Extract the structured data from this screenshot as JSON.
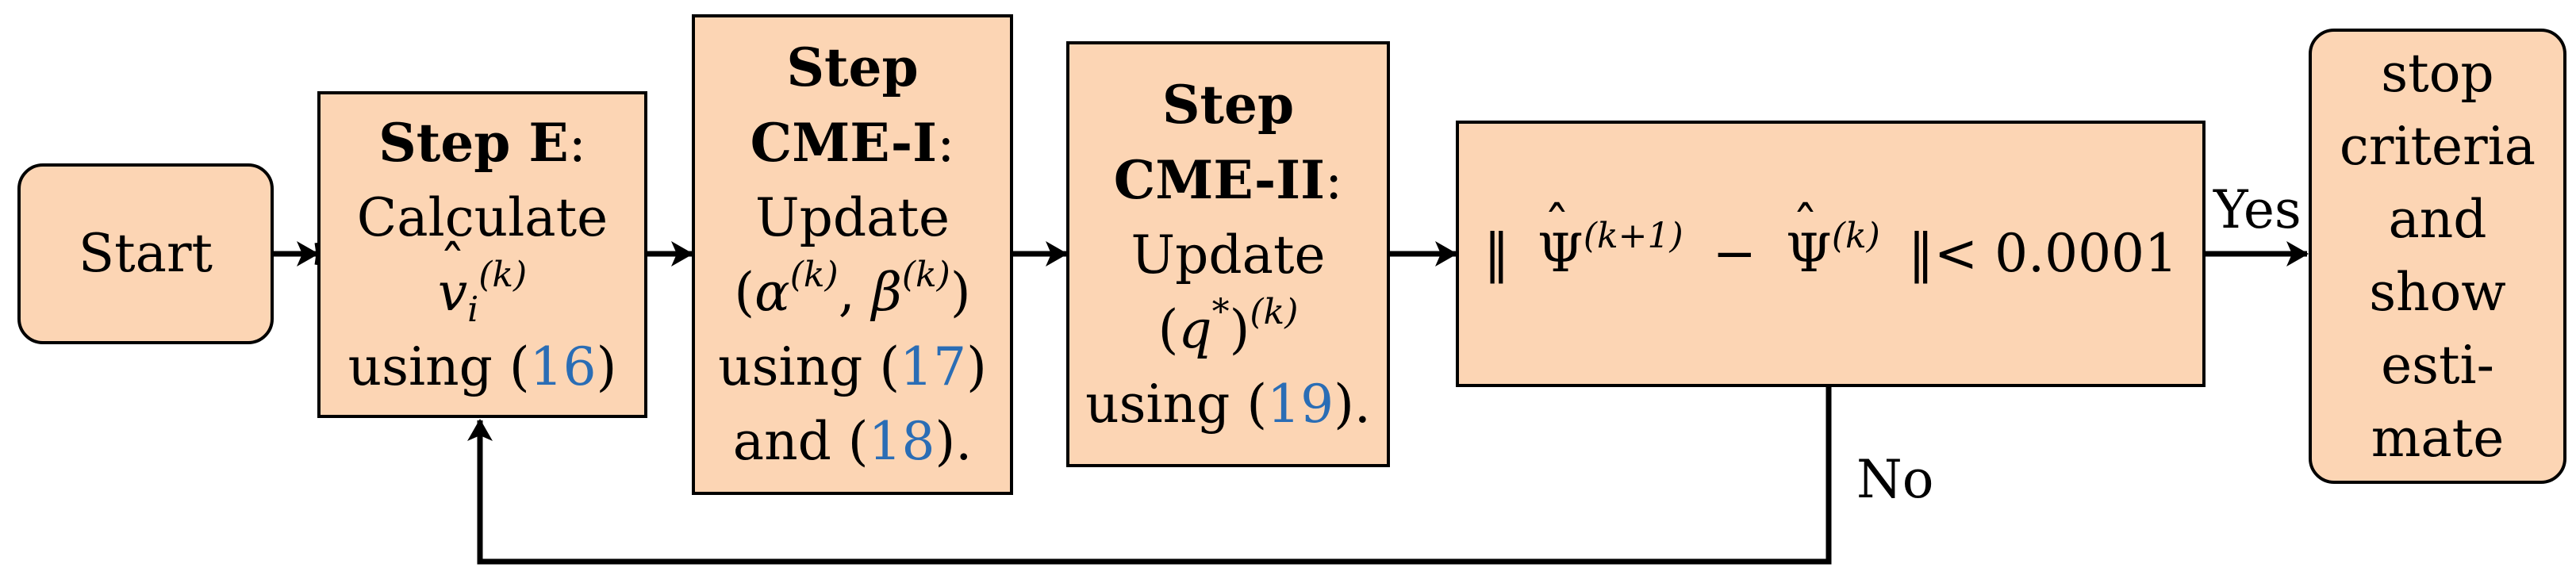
{
  "nodes": {
    "start": {
      "label": "Start"
    },
    "step_e": {
      "title": "Step E",
      "colon": ":",
      "line1": "Calculate",
      "var": "v",
      "hat": "ˆ",
      "sub": "i",
      "sup": "(k)",
      "using": "using (",
      "ref": "16",
      "close": ")"
    },
    "step_cme1": {
      "title1": "Step",
      "title2": "CME-I",
      "colon": ":",
      "line1": "Update",
      "params": "(α(k), β(k))",
      "alpha": "α",
      "beta": "β",
      "sup": "(k)",
      "using": "using (",
      "ref1": "17",
      "close1": ")",
      "and": "and (",
      "ref2": "18",
      "close2": ")."
    },
    "step_cme2": {
      "title1": "Step",
      "title2": "CME-II",
      "colon": ":",
      "line1": "Update",
      "param": "q",
      "star": "*",
      "sup": "(k)",
      "using": "using (",
      "ref": "19",
      "close": ")."
    },
    "criterion": {
      "norm": "‖",
      "psi": "Ψ",
      "sup_next": "(k+1)",
      "minus": "−",
      "sup_cur": "(k)",
      "rhs": "< 0.0001"
    },
    "stop": {
      "lines": [
        "stop",
        "criteria",
        "and",
        "show",
        "esti-",
        "mate"
      ]
    }
  },
  "edges": {
    "yes_label": "Yes",
    "no_label": "No"
  }
}
